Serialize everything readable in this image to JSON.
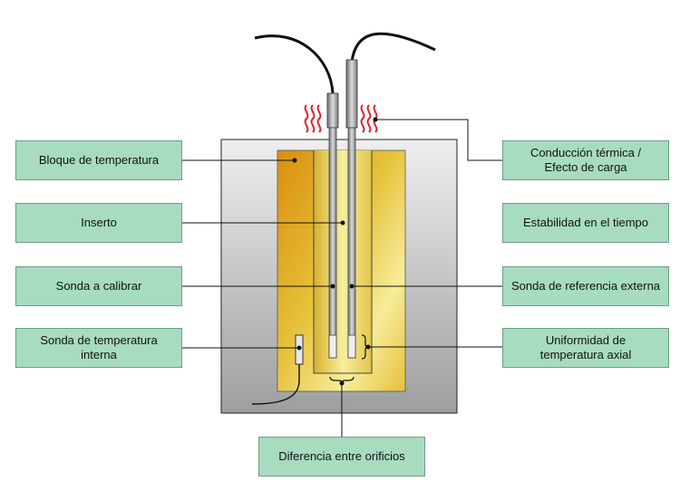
{
  "labels": {
    "bloque": "Bloque de temperatura",
    "inserto": "Inserto",
    "sonda_calibrar": "Sonda a calibrar",
    "sonda_interna": "Sonda de temperatura interna",
    "conduccion_line1": "Conducción térmica /",
    "conduccion_line2": "Efecto de carga",
    "estabilidad": "Estabilidad en el tiempo",
    "sonda_referencia": "Sonda de referencia externa",
    "uniformidad_line1": "Uniformidad de",
    "uniformidad_line2": "temperatura axial",
    "diferencia": "Diferencia entre orificios"
  },
  "colors": {
    "box_fill": "#a7dcc0",
    "box_border": "#6f9c84",
    "heat_waves": "#e0232b",
    "insert_gold": "#d9a514"
  }
}
